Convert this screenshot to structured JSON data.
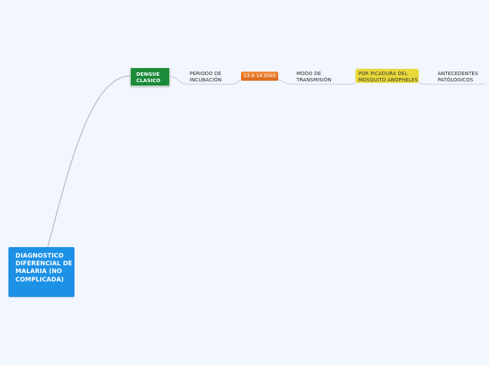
{
  "mindmap": {
    "root": {
      "label": "DIAGNOSTICO DIFERENCIAL DE MALARIA (NO COMPLICADA)",
      "color": "#1c91e6"
    },
    "branch": {
      "label": "DENGUE CLASICO",
      "color": "#1b8a3a"
    },
    "topics": [
      {
        "label": "PERIODO DE INCUBACIÓN"
      },
      {
        "label": "13 A 14 DIAS",
        "color": "#e67a2a"
      },
      {
        "label": "MODO DE TRANSMISIÓN"
      },
      {
        "label": "POR PICADURA DEL MOSQUITO ANOPHELES",
        "color": "#e8d83a"
      },
      {
        "label": "ANTECEDENTES PATÓLOGICOS"
      }
    ]
  }
}
